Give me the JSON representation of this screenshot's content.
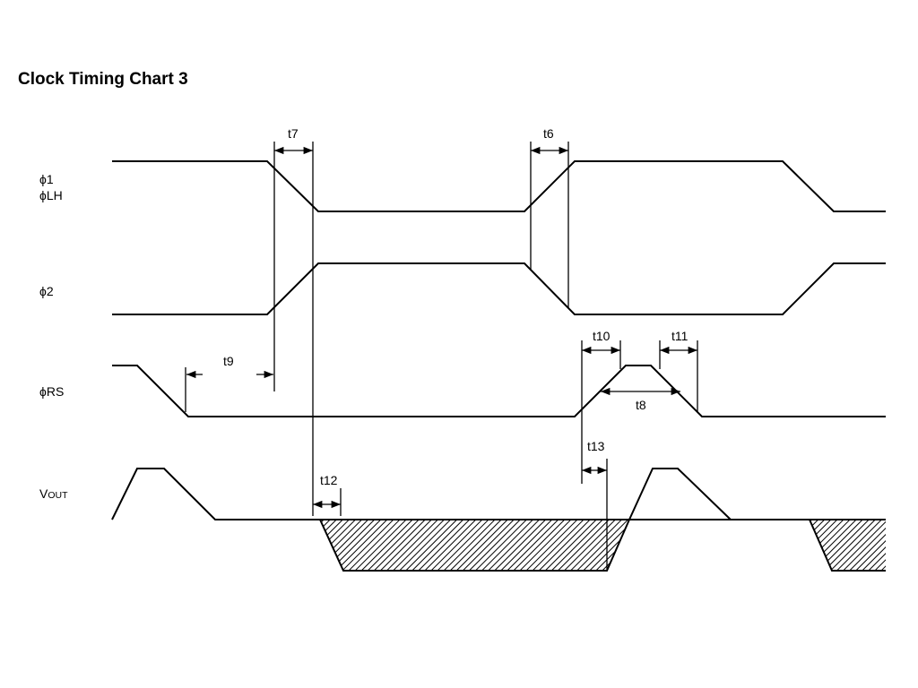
{
  "title": "Clock Timing Chart 3",
  "signals": {
    "phi1": "ϕ1",
    "phiLH": "ϕLH",
    "phi2": "ϕ2",
    "phiRS": "ϕRS",
    "vout_main": "V",
    "vout_sub": "OUT"
  },
  "timing_labels": {
    "t6": "t6",
    "t7": "t7",
    "t8": "t8",
    "t9": "t9",
    "t10": "t10",
    "t11": "t11",
    "t12": "t12",
    "t13": "t13"
  }
}
